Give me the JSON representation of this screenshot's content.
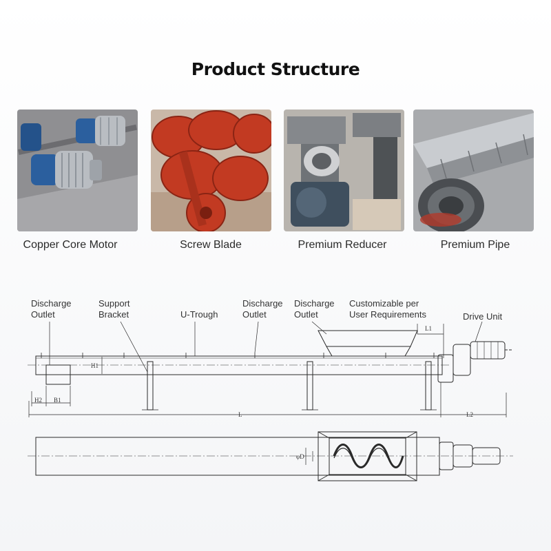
{
  "title": "Product Structure",
  "parts": [
    {
      "caption": "Copper Core Motor",
      "icon": "motor-photo"
    },
    {
      "caption": "Screw Blade",
      "icon": "screw-blade-photo"
    },
    {
      "caption": "Premium Reducer",
      "icon": "reducer-photo"
    },
    {
      "caption": "Premium Pipe",
      "icon": "pipe-photo"
    }
  ],
  "diagram": {
    "labels": {
      "discharge_outlet_1": "Discharge\nOutlet",
      "support_bracket": "Support\nBracket",
      "u_trough": "U-Trough",
      "discharge_outlet_2": "Discharge\nOutlet",
      "discharge_outlet_3": "Discharge\nOutlet",
      "customizable": "Customizable per\nUser Requirements",
      "drive_unit": "Drive Unit"
    },
    "dimensions": {
      "l": "L",
      "l1": "L1",
      "l2": "L2",
      "h1": "H1",
      "b1": "B1",
      "h2": "H2",
      "d1": "φD"
    }
  },
  "colors": {
    "motor_blue": "#2b5f9e",
    "blade_red": "#c23a22",
    "line": "#2a2a2a"
  }
}
